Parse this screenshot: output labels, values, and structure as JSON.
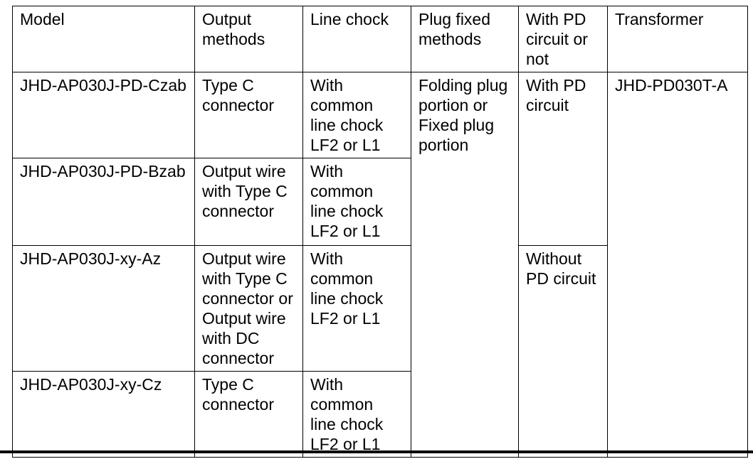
{
  "page": {
    "background_color": "#ffffff",
    "border_color": "#000000"
  },
  "table": {
    "columns": [
      {
        "key": "model",
        "label": "Model"
      },
      {
        "key": "output_methods",
        "label": "Output\nmethods"
      },
      {
        "key": "line_chock",
        "label": "Line chock"
      },
      {
        "key": "plug_fixed_methods",
        "label": "Plug fixed\nmethods"
      },
      {
        "key": "pd_circuit",
        "label": "With PD\ncircuit or\nnot"
      },
      {
        "key": "transformer",
        "label": "Transformer"
      }
    ],
    "rows": [
      {
        "model": "JHD-AP030J-PD-Czab",
        "output_methods": "Type C\nconnector",
        "line_chock": "With\ncommon\nline chock\nLF2 or L1"
      },
      {
        "model": "JHD-AP030J-PD-Bzab",
        "output_methods": "Output wire\nwith Type C\nconnector",
        "line_chock": "With\ncommon\nline chock\nLF2 or L1"
      },
      {
        "model": "JHD-AP030J-xy-Az",
        "output_methods": "Output wire\nwith Type C\nconnector or\nOutput wire\nwith DC\nconnector",
        "line_chock": "With\ncommon\nline chock\nLF2 or L1"
      },
      {
        "model": "JHD-AP030J-xy-Cz",
        "output_methods": "Type C\nconnector",
        "line_chock": "With\ncommon\nline chock\nLF2 or L1"
      }
    ],
    "merged": {
      "plug_fixed_methods": "Folding plug\nportion or\nFixed plug\nportion",
      "pd_with": "With PD\ncircuit",
      "pd_without": "Without\nPD circuit",
      "transformer": "JHD-PD030T-A"
    }
  }
}
